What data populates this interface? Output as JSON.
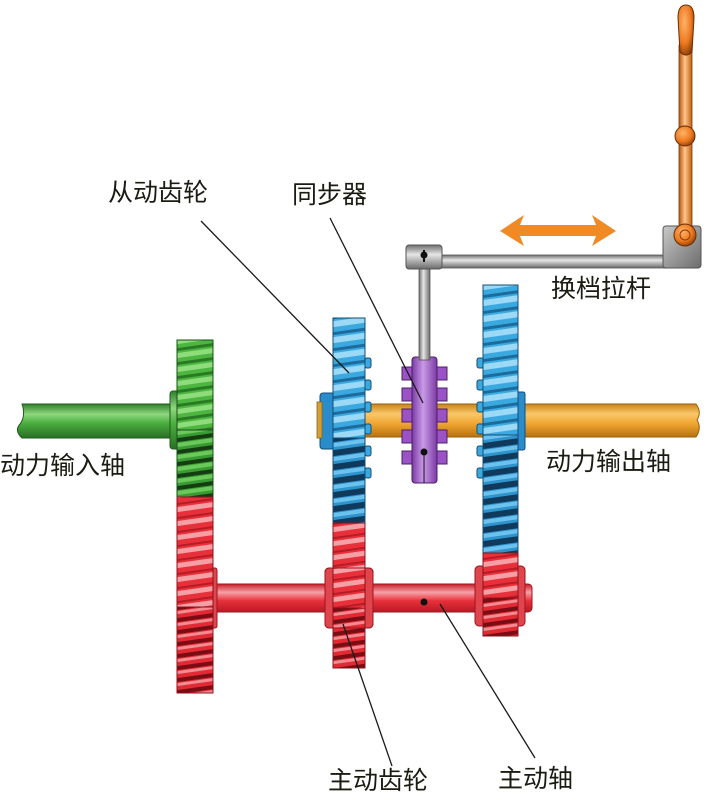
{
  "diagram": {
    "type": "manual transmission gearbox schematic",
    "labels": {
      "driven_gear": "从动齿轮",
      "synchronizer": "同步器",
      "shift_rod": "换档拉杆",
      "input_shaft": "动力输入轴",
      "output_shaft": "动力输出轴",
      "drive_gear": "主动齿轮",
      "countershaft": "主动轴"
    },
    "colors": {
      "input_shaft": "#3fa33a",
      "input_gear": "#46b43c",
      "counter_gears": "#e8303a",
      "driven_gears": "#3aa9e0",
      "driven_gears_dark": "#1d5f8c",
      "output_shaft": "#f0a531",
      "synchronizer": "#9b52c4",
      "shift_rod": "#9a9a9a",
      "shift_lever": "#ee7a1f",
      "arrow": "#f08a24",
      "leader_line": "#1a1a1a"
    },
    "icons": {
      "shift_direction": "double-headed-arrow-icon"
    }
  }
}
